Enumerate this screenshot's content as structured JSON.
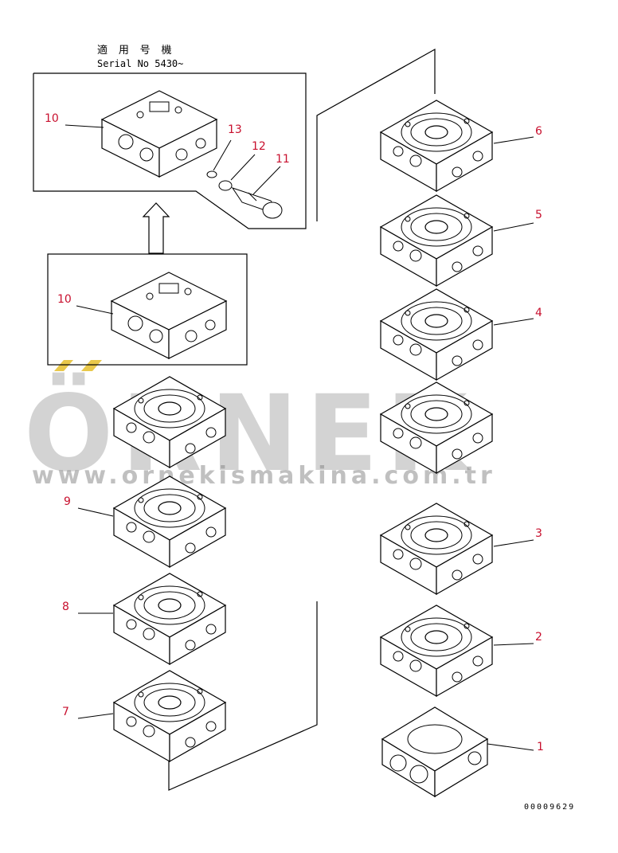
{
  "header": {
    "applicable_label": "適 用 号 機",
    "serial_label": "Serial No 5430~"
  },
  "callouts": {
    "c1": "1",
    "c2": "2",
    "c3": "3",
    "c4": "4",
    "c5": "5",
    "c6": "6",
    "c7": "7",
    "c8": "8",
    "c9": "9",
    "c10_top": "10",
    "c10_old": "10",
    "c11": "11",
    "c12": "12",
    "c13": "13"
  },
  "watermark": {
    "brand": "ÖRNEK",
    "url": "www.ornekismakina.com.tr",
    "accent_color": "#e9c84a"
  },
  "footer": {
    "drawing_number": "00009629"
  },
  "colors": {
    "callout": "#c8102e",
    "line": "#000000"
  }
}
